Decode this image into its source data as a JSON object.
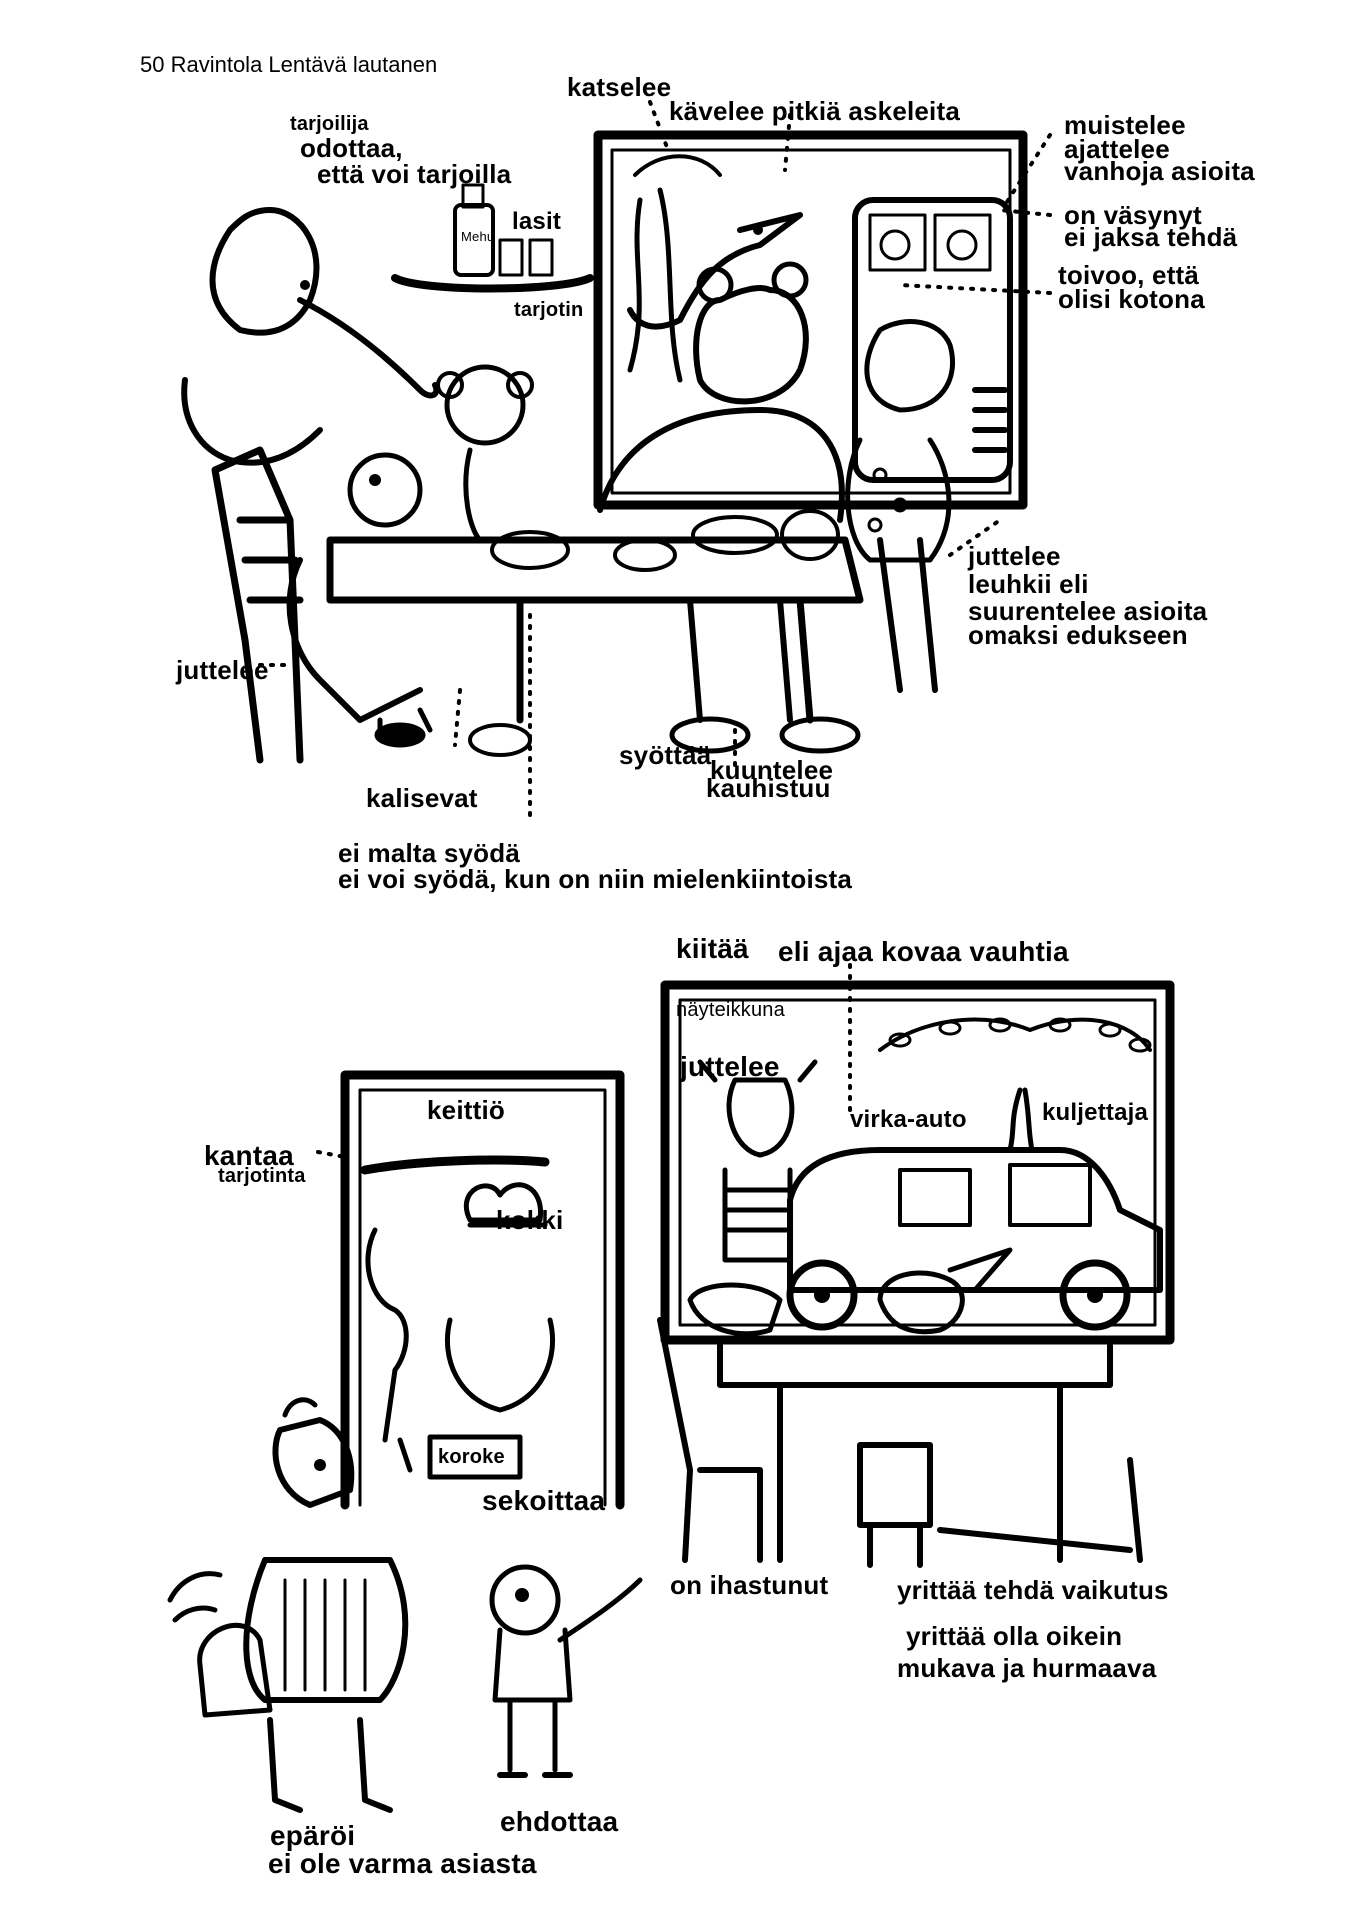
{
  "header": {
    "title": "50 Ravintola Lentävä lautanen"
  },
  "top_scene": {
    "katselee": "katselee",
    "kavelee": "kävelee pitkiä askeleita",
    "tarjoilija": "tarjoilija",
    "odottaa_1": "odottaa,",
    "odottaa_2": "että voi tarjoilla",
    "lasit": "lasit",
    "tarjotin": "tarjotin",
    "muistelee": "muistelee",
    "ajattelee": "ajattelee",
    "vanhoja": "vanhoja asioita",
    "on_vasynyt": "on väsynyt",
    "ei_jaksa": "ei jaksa tehdä",
    "toivoo_1": "toivoo, että",
    "toivoo_2": "olisi kotona",
    "juttelee_right": "juttelee",
    "leuhkii": "leuhkii eli",
    "suurentelee": "suurentelee asioita",
    "omaksi": "omaksi edukseen",
    "juttelee_left": "juttelee",
    "kalisevat": "kalisevat",
    "syottaa": "syöttää",
    "kuuntelee": "kuuntelee",
    "kauhistuu": "kauhistuu",
    "ei_malta": "ei malta syödä",
    "ei_voi": "ei voi syödä, kun on niin mielenkiintoista",
    "bottle_label": "Mehu"
  },
  "bottom_scene": {
    "kiitaa": "kiitää",
    "ajaa": "eli ajaa kovaa vauhtia",
    "nayteikkuna": "näyteikkuna",
    "juttelee": "juttelee",
    "virka_auto": "virka-auto",
    "kuljettaja": "kuljettaja",
    "keittio": "keittiö",
    "kantaa": "kantaa",
    "tarjotinta": "tarjotinta",
    "kokki": "kokki",
    "koroke": "koroke",
    "sekoittaa": "sekoittaa",
    "on_ihastunut": "on ihastunut",
    "yrittaa_vaikutus": "yrittää tehdä vaikutus",
    "yrittaa_olla": "yrittää olla oikein",
    "mukava": "mukava ja hurmaava",
    "eparoi": "epäröi",
    "ei_ole_varma": "ei ole varma asiasta",
    "ehdottaa": "ehdottaa"
  }
}
